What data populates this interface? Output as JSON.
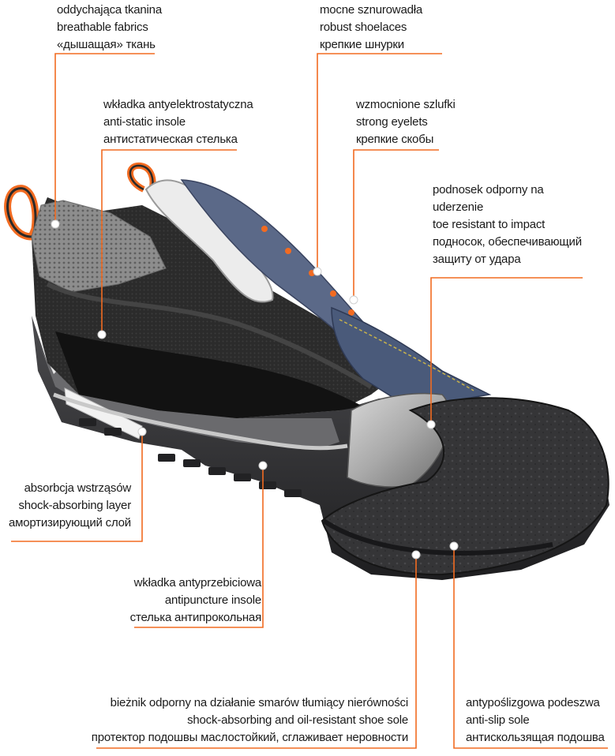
{
  "colors": {
    "leader": "#f26b21",
    "sole": "#3a3a3c",
    "sole_dark": "#1f1f21",
    "lining": "#2a2a2a",
    "mesh": "#8a8a8a",
    "accent_orange": "#f26b21",
    "denim": "#4a5a7a",
    "text": "#1a1a1a"
  },
  "callouts": {
    "breathable": {
      "pl": "oddychająca tkanina",
      "en": "breathable fabrics",
      "ru": "«дышащая» ткань"
    },
    "laces": {
      "pl": "mocne sznurowadła",
      "en": "robust shoelaces",
      "ru": "крепкие шнурки"
    },
    "antistatic": {
      "pl": "wkładka antyelektrostatyczna",
      "en": "anti-static insole",
      "ru": "антистатическая стелька"
    },
    "eyelets": {
      "pl": "wzmocnione szlufki",
      "en": "strong eyelets",
      "ru": "крепкие скобы"
    },
    "toecap": {
      "pl1": "podnosek odporny na",
      "pl2": "uderzenie",
      "en": "toe resistant to impact",
      "ru1": "подносок, обеспечивающий",
      "ru2": "защиту от удара"
    },
    "absorb": {
      "pl": "absorbcja wstrząsów",
      "en": "shock-absorbing layer",
      "ru": "амортизирующий слой"
    },
    "antipuncture": {
      "pl": "wkładka antyprzebiciowa",
      "en": "antipuncture insole",
      "ru": "стелька антипрокольная"
    },
    "tread": {
      "pl": "bieżnik odporny na działanie smarów tłumiący nierówności",
      "en": "shock-absorbing and oil-resistant shoe sole",
      "ru": "протектор подошвы маслостойкий, сглаживает неровности"
    },
    "antislip": {
      "pl": "antypoślizgowa podeszwa",
      "en": "anti-slip sole",
      "ru": "антискользящая подошва"
    }
  }
}
